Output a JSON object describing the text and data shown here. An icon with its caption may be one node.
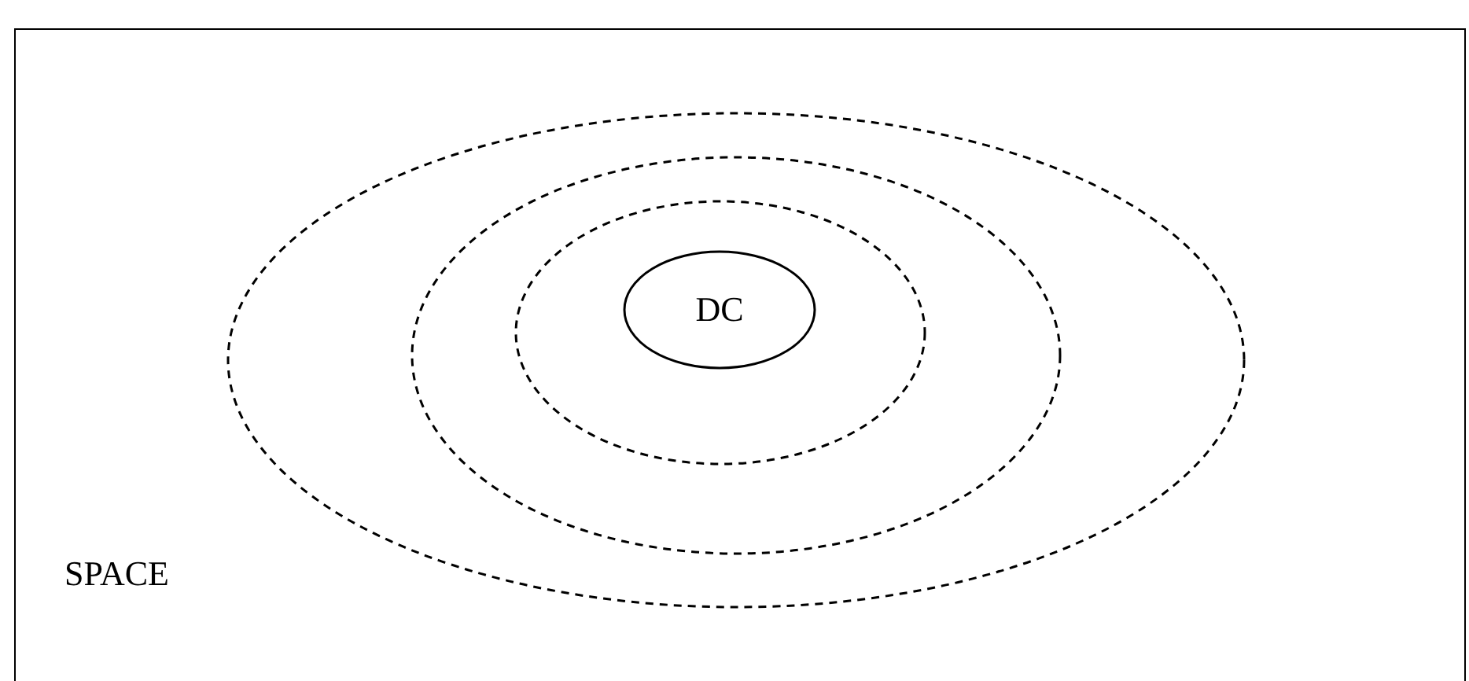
{
  "diagram": {
    "nodes": [
      {
        "text": [
          "SPACE"
        ]
      },
      {
        "text": [],
        "shape": "ellipse",
        "in": 0
      },
      {
        "text": [],
        "shape": "ellipse",
        "in": 1
      },
      {
        "text": [],
        "shape": "ellipse",
        "in": 2
      },
      {
        "text": [
          "DC"
        ],
        "in": 3
      }
    ],
    "edges": []
  }
}
